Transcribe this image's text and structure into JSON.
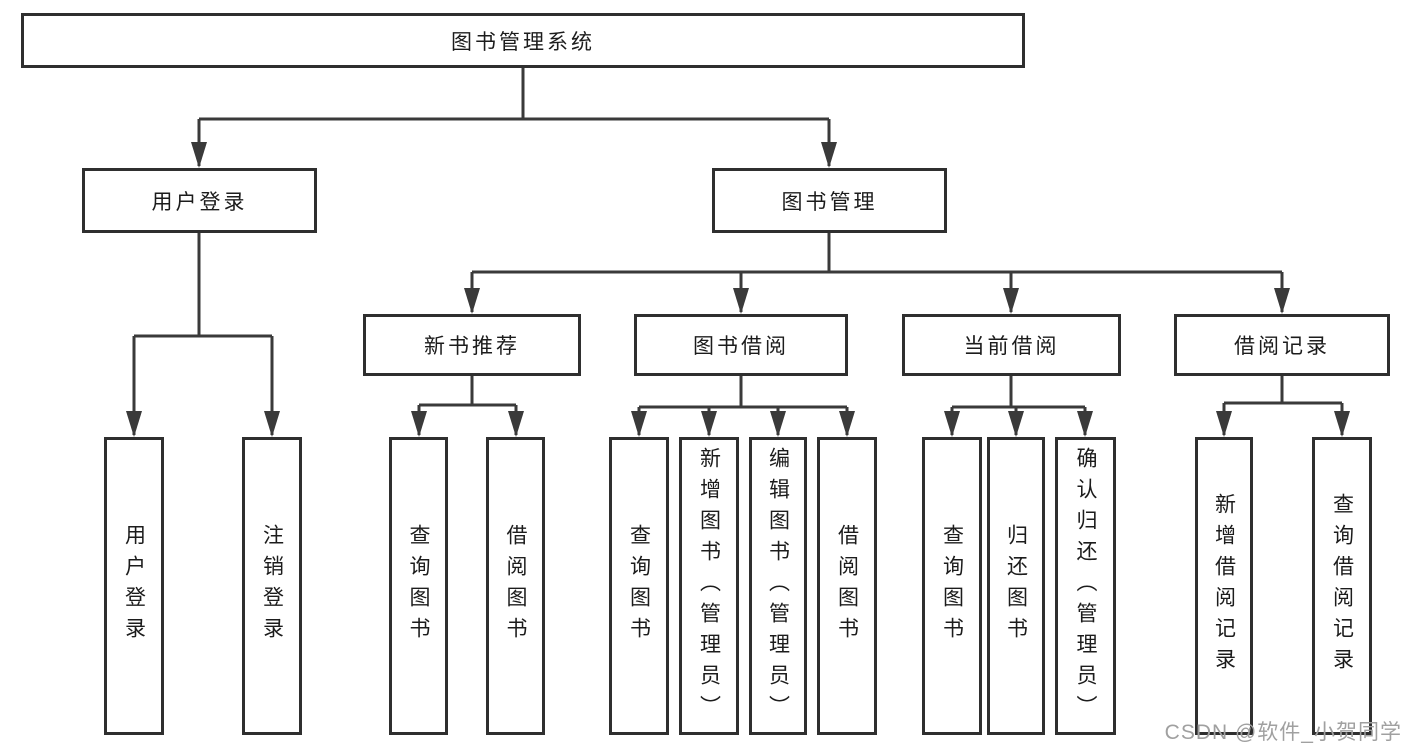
{
  "colors": {
    "line": "#3a3a3a",
    "box_border": "#2f2f2f",
    "text": "#1c1c1c",
    "watermark": "#a0a0a0",
    "background": "#ffffff"
  },
  "tree": {
    "label": "图书管理系统",
    "children": [
      {
        "label": "用户登录",
        "children": [
          {
            "label": "用户登录"
          },
          {
            "label": "注销登录"
          }
        ]
      },
      {
        "label": "图书管理",
        "children": [
          {
            "label": "新书推荐",
            "children": [
              {
                "label": "查询图书"
              },
              {
                "label": "借阅图书"
              }
            ]
          },
          {
            "label": "图书借阅",
            "children": [
              {
                "label": "查询图书"
              },
              {
                "label": "新增图书（管理员）"
              },
              {
                "label": "编辑图书（管理员）"
              },
              {
                "label": "借阅图书"
              }
            ]
          },
          {
            "label": "当前借阅",
            "children": [
              {
                "label": "查询图书"
              },
              {
                "label": "归还图书"
              },
              {
                "label": "确认归还（管理员）"
              }
            ]
          },
          {
            "label": "借阅记录",
            "children": [
              {
                "label": "新增借阅记录"
              },
              {
                "label": "查询借阅记录"
              }
            ]
          }
        ]
      }
    ]
  },
  "watermark": "CSDN @软件_小贺同学"
}
